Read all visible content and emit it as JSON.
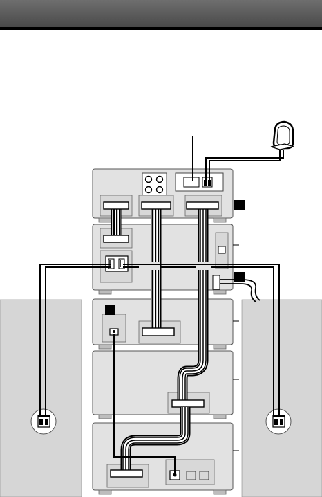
{
  "header": {
    "bar_color": "#595959",
    "rule_color": "#000000",
    "title": ""
  },
  "diagram": {
    "background": "#ffffff",
    "unit_color": "#e2e2e2",
    "speaker_color": "#d6d6d6",
    "marker_color": "#000000",
    "icons": [
      "am-loop-antenna-icon",
      "speaker-terminal-icon",
      "system-cable-icon",
      "power-cord-icon",
      "speaker-wire-icon"
    ],
    "stack": [
      "tuner-unit",
      "amplifier-unit",
      "cd-unit",
      "cassette-deck-unit",
      "bottom-deck-unit"
    ],
    "speakers": [
      "left-speaker",
      "right-speaker"
    ]
  }
}
